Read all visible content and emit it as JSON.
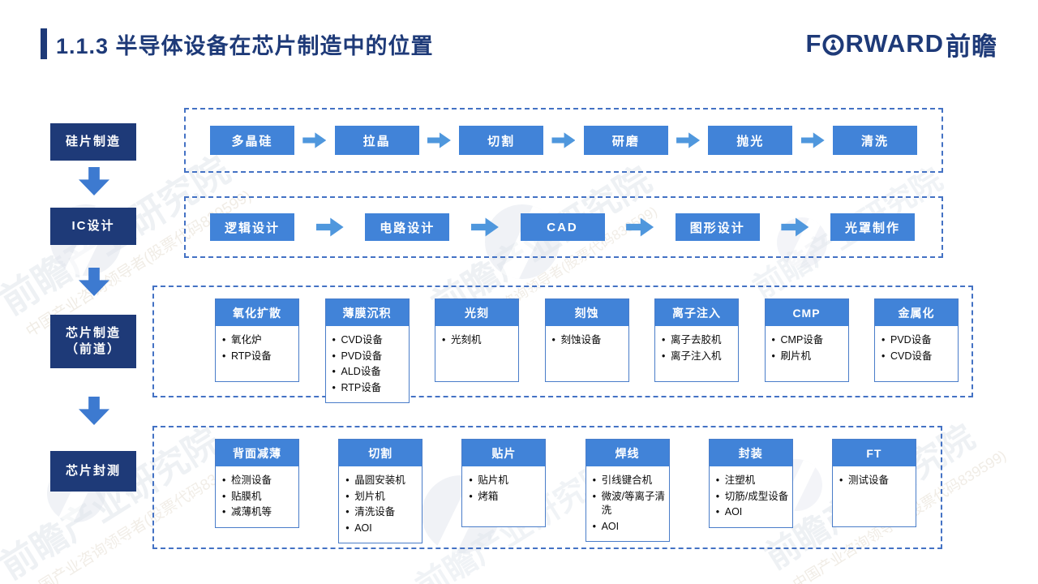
{
  "header": {
    "title": "1.1.3 半导体设备在芯片制造中的位置",
    "logo": {
      "prefix": "F",
      "rest": "RWARD",
      "cn": "前瞻"
    }
  },
  "colors": {
    "navy": "#1e3a78",
    "blue": "#4183d8",
    "arrow": "#4f97dd",
    "arrow2": "#3d7ad0",
    "dash": "#4472c4",
    "card-border": "#4a7dc9",
    "wm": "#c9d2de"
  },
  "stage_column": {
    "stages": [
      {
        "id": "wafer-manufacturing",
        "lines": [
          "硅片制造"
        ]
      },
      {
        "id": "ic-design",
        "lines": [
          "IC设计"
        ]
      },
      {
        "id": "chip-fabrication-front-end",
        "lines": [
          "芯片制造",
          "（前道）"
        ]
      },
      {
        "id": "chip-packaging-testing",
        "lines": [
          "芯片封测"
        ]
      }
    ]
  },
  "rows": [
    {
      "id": "wafer-process-flow",
      "type": "flow",
      "steps": [
        "多晶硅",
        "拉晶",
        "切割",
        "研磨",
        "抛光",
        "清洗"
      ]
    },
    {
      "id": "ic-design-flow",
      "type": "flow",
      "steps": [
        "逻辑设计",
        "电路设计",
        "CAD",
        "图形设计",
        "光罩制作"
      ]
    },
    {
      "id": "front-end-equipment",
      "type": "cards",
      "cards": [
        {
          "title": "氧化扩散",
          "items": [
            "氧化炉",
            "RTP设备"
          ]
        },
        {
          "title": "薄膜沉积",
          "items": [
            "CVD设备",
            "PVD设备",
            "ALD设备",
            "RTP设备"
          ]
        },
        {
          "title": "光刻",
          "items": [
            "光刻机"
          ]
        },
        {
          "title": "刻蚀",
          "items": [
            "刻蚀设备"
          ]
        },
        {
          "title": "离子注入",
          "items": [
            "离子去胶机",
            "离子注入机"
          ]
        },
        {
          "title": "CMP",
          "items": [
            "CMP设备",
            "刷片机"
          ]
        },
        {
          "title": "金属化",
          "items": [
            "PVD设备",
            "CVD设备"
          ]
        }
      ]
    },
    {
      "id": "packaging-test-equipment",
      "type": "cards",
      "cards": [
        {
          "title": "背面减薄",
          "items": [
            "检测设备",
            "贴膜机",
            "减薄机等"
          ]
        },
        {
          "title": "切割",
          "items": [
            "晶圆安装机",
            "划片机",
            "清洗设备",
            "AOI"
          ]
        },
        {
          "title": "贴片",
          "items": [
            "贴片机",
            "烤箱"
          ]
        },
        {
          "title": "焊线",
          "items": [
            "引线键合机",
            "微波/等离子清洗",
            "AOI"
          ]
        },
        {
          "title": "封装",
          "items": [
            "注塑机",
            "切筋/成型设备",
            "AOI"
          ]
        },
        {
          "title": "FT",
          "items": [
            "测试设备"
          ]
        }
      ]
    }
  ],
  "watermark": {
    "brand": "前瞻产业研究院",
    "tagline": "中国产业咨询领导者(股票代码839599)"
  }
}
